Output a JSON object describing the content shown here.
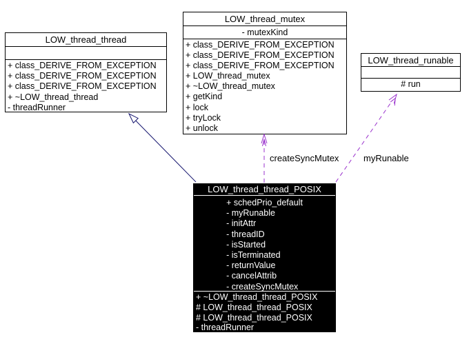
{
  "diagram": {
    "type": "uml-collaboration-graph",
    "colors": {
      "background": "#ffffff",
      "box_border": "#000000",
      "box_background": "#ffffff",
      "current_box_background": "#000000",
      "current_box_text": "#ffffff",
      "inheritance_edge": "#191970",
      "usage_edge": "#9a32cd",
      "edge_label_text": "#000000"
    },
    "classes": [
      {
        "name": "LOW_thread_thread",
        "attributes": [],
        "methods": [
          "+ class_DERIVE_FROM_EXCEPTION",
          "+ class_DERIVE_FROM_EXCEPTION",
          "+ class_DERIVE_FROM_EXCEPTION",
          "+ ~LOW_thread_thread",
          "- threadRunner"
        ]
      },
      {
        "name": "LOW_thread_mutex",
        "attributes": [
          "- mutexKind"
        ],
        "methods": [
          "+ class_DERIVE_FROM_EXCEPTION",
          "+ class_DERIVE_FROM_EXCEPTION",
          "+ class_DERIVE_FROM_EXCEPTION",
          "+ LOW_thread_mutex",
          "+ ~LOW_thread_mutex",
          "+ getKind",
          "+ lock",
          "+ tryLock",
          "+ unlock"
        ]
      },
      {
        "name": "LOW_thread_runable",
        "attributes": [],
        "methods": [
          "# run"
        ]
      },
      {
        "name": "LOW_thread_thread_POSIX",
        "attributes": [
          "+ schedPrio_default",
          "- myRunable",
          "- initAttr",
          "- threadID",
          "- isStarted",
          "- isTerminated",
          "- returnValue",
          "- cancelAttrib",
          "- createSyncMutex"
        ],
        "methods": [
          "+ ~LOW_thread_thread_POSIX",
          "# LOW_thread_thread_POSIX",
          "# LOW_thread_thread_POSIX",
          "- threadRunner"
        ]
      }
    ],
    "edges": [
      {
        "kind": "inheritance",
        "from": "LOW_thread_thread_POSIX",
        "to": "LOW_thread_thread",
        "label": ""
      },
      {
        "kind": "usage",
        "from": "LOW_thread_thread_POSIX",
        "to": "LOW_thread_mutex",
        "label": "createSyncMutex"
      },
      {
        "kind": "usage",
        "from": "LOW_thread_thread_POSIX",
        "to": "LOW_thread_runable",
        "label": "myRunable"
      }
    ]
  }
}
